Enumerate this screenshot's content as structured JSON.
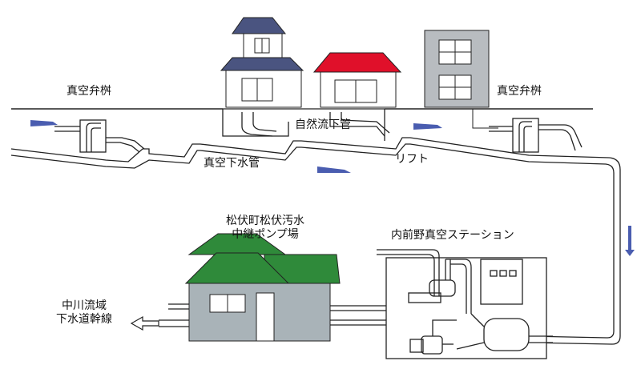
{
  "labels": {
    "vacuum_valve_box_left": "真空弁桝",
    "vacuum_valve_box_right": "真空弁桝",
    "gravity_sewer": "自然流下管",
    "vacuum_sewer": "真空下水管",
    "lift": "リフト",
    "pump_station_line1": "松伏町松伏汚水",
    "pump_station_line2": "中継ポンプ場",
    "vacuum_station": "内前野真空ステーション",
    "trunk_line1": "中川流域",
    "trunk_line2": "下水道幹線"
  },
  "colors": {
    "arrow": "#4a5db0",
    "roof_navy": "#4a5480",
    "roof_red": "#e0102a",
    "roof_green": "#2f8a3a",
    "building_gray": "#b8bcc0",
    "pump_station_wall": "#a9b3b8"
  }
}
